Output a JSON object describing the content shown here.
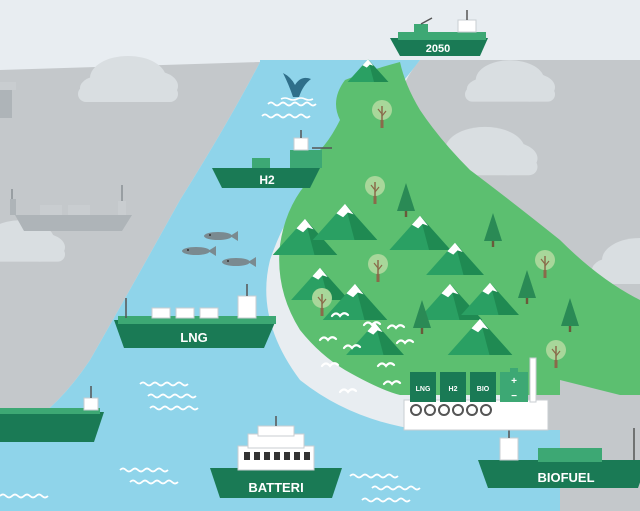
{
  "ships": {
    "ship_2050": "2050",
    "ship_h2": "H2",
    "ship_lng": "LNG",
    "ship_batteri": "BATTERI",
    "ship_biofuel": "BIOFUEL"
  },
  "tanks": {
    "lng": "LNG",
    "h2": "H2",
    "bio": "BIO",
    "battery_plus": "+",
    "battery_minus": "−"
  },
  "icons": [
    "cloud-icon",
    "whale-tail-icon",
    "fish-icon",
    "bird-icon",
    "tree-icon",
    "mountain-icon",
    "battery-icon",
    "wave-icon"
  ],
  "colors": {
    "sky": "#e8edf1",
    "sea": "#8fd4ea",
    "grey_land": "#c4c8cb",
    "green_land": "#5cbf70",
    "ship_dark": "#1a7a55",
    "ship_light": "#3da874",
    "mountain": "#2a9a5c",
    "snow": "#ffffff"
  }
}
